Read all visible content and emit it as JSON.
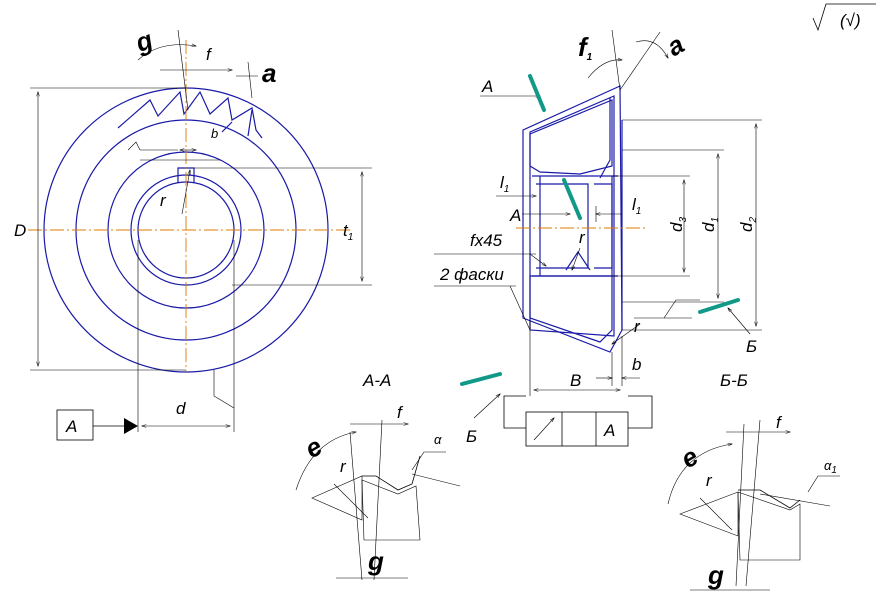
{
  "labels": {
    "roughness": "(√)",
    "front_g": "g",
    "front_f": "f",
    "front_a": "a",
    "front_b": "b",
    "front_r": "r",
    "front_D": "D",
    "front_t1": "t",
    "front_t1_sub": "1",
    "front_d": "d",
    "datum_a_left": "A",
    "section_a_arrow": "A",
    "section_a_arrow2": "A",
    "side_f1": "f",
    "side_f1_sub": "1",
    "side_a1": "a",
    "side_l1_left": "l",
    "side_l1_left_sub": "1",
    "side_l1_right": "l",
    "side_l1_right_sub": "1",
    "side_r": "r",
    "side_d3": "d",
    "side_d3_sub": "3",
    "side_d1": "d",
    "side_d1_sub": "1",
    "side_d2": "d",
    "side_d2_sub": "2",
    "chamfer_size": "fx45",
    "chamfer_note": "2 фаски",
    "side_r2": "r",
    "side_b": "b",
    "side_B": "B",
    "section_b_arrow": "Б",
    "section_b_arrow_left": "Б",
    "tol_datum": "A",
    "section_aa_title": "А-А",
    "section_aa_f": "f",
    "section_aa_alpha": "α",
    "section_aa_r": "r",
    "section_aa_e": "e",
    "section_aa_g": "g",
    "section_bb_title": "Б-Б",
    "section_bb_f": "f",
    "section_bb_alpha": "α",
    "section_bb_alpha_sub": "1",
    "section_bb_r": "r",
    "section_bb_e": "e",
    "section_bb_g": "g"
  },
  "colors": {
    "contour": "#1a1aa8",
    "axis": "#e07b00",
    "section_marker": "#119988",
    "dimension": "#000000"
  }
}
